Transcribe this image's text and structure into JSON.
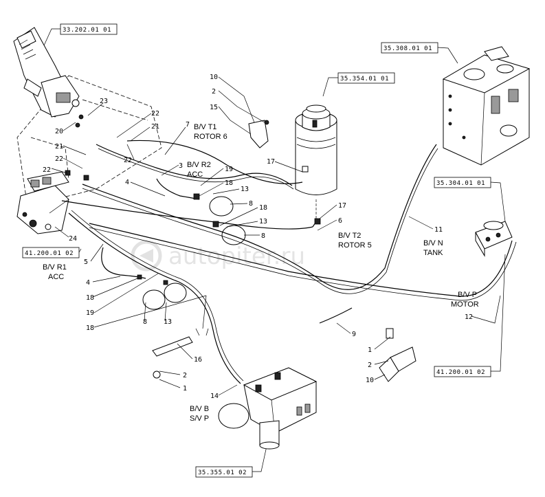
{
  "refs": {
    "r1": "33.202.01 01",
    "r2": "35.354.01 01",
    "r3": "35.308.01 01",
    "r4": "35.304.01 01",
    "r5": "41.200.01 02",
    "r6": "41.200.01 02",
    "r7": "35.355.01 02"
  },
  "labels": {
    "t1_a": "B/V T1",
    "t1_b": "ROTOR 6",
    "r2_a": "B/V R2",
    "r2_b": "ACC",
    "t2_a": "B/V T2",
    "t2_b": "ROTOR 5",
    "n_a": "B/V N",
    "n_b": "TANK",
    "r1_a": "B/V R1",
    "r1_b": "ACC",
    "p_a": "B/V P",
    "p_b": "MOTOR",
    "b_a": "B/V B",
    "b_b": "S/V P"
  },
  "numbers": {
    "n23": "23",
    "n22a": "22",
    "n21a": "21",
    "n20": "20",
    "n21b": "21",
    "n22b": "22",
    "n22c": "22",
    "n22d": "22",
    "n3": "3",
    "n7": "7",
    "n10a": "10",
    "n2a": "2",
    "n15": "15",
    "n19a": "19",
    "n18a": "18",
    "n13a": "13",
    "n8a": "8",
    "n18b": "18",
    "n13b": "13",
    "n8b": "8",
    "n17a": "17",
    "n17b": "17",
    "n6": "6",
    "n11": "11",
    "n4a": "4",
    "n24": "24",
    "n5": "5",
    "n4b": "4",
    "n18c": "18",
    "n19b": "19",
    "n18d": "18",
    "n8c": "8",
    "n13c": "13",
    "n16": "16",
    "n2b": "2",
    "n1a": "1",
    "n14": "14",
    "n9": "9",
    "n1b": "1",
    "n2c": "2",
    "n10b": "10",
    "n12": "12"
  },
  "watermark": "autopiter.ru"
}
